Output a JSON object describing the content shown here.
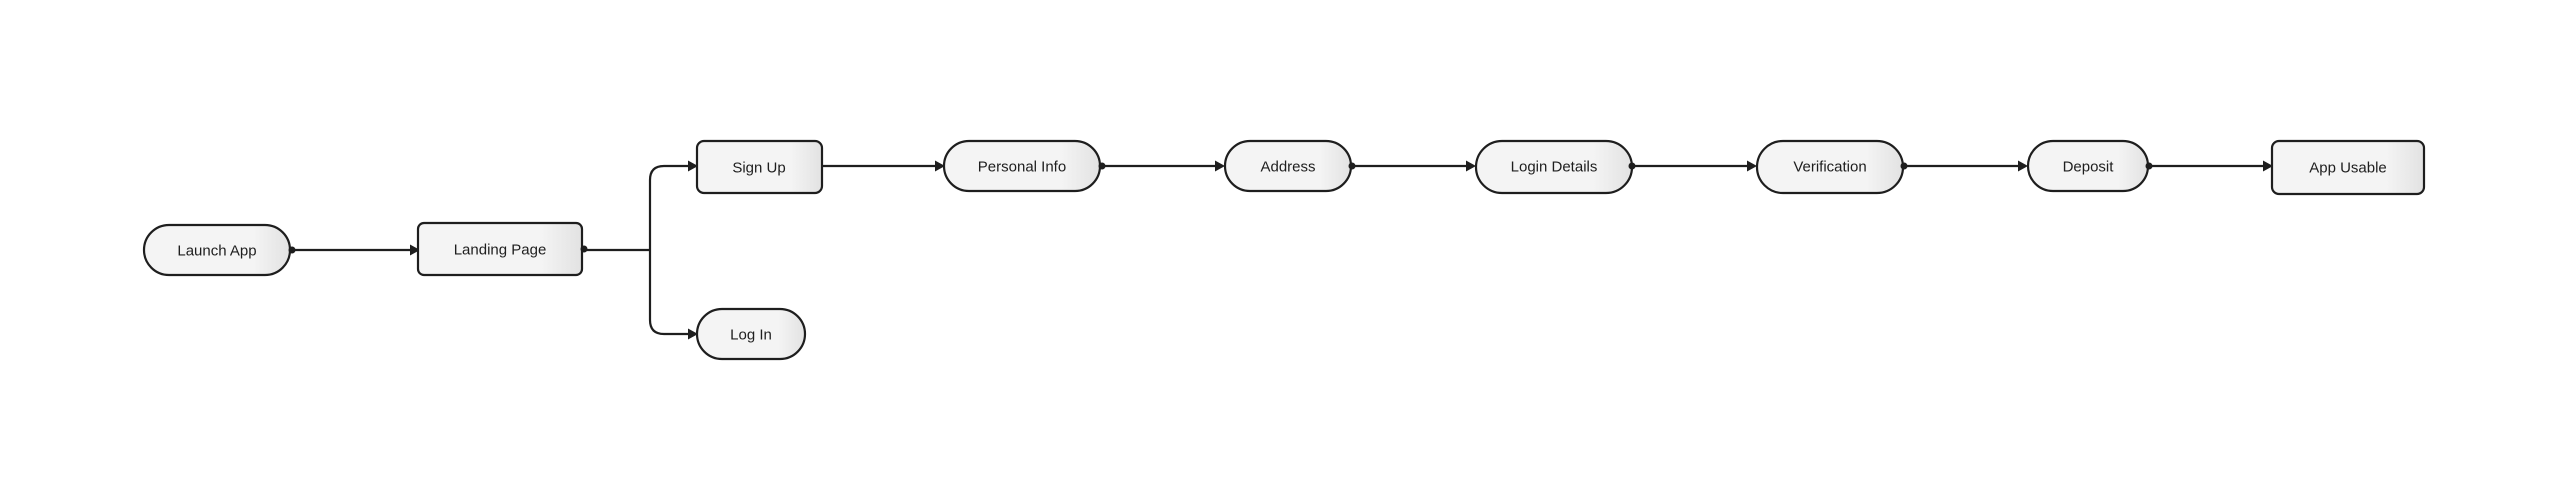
{
  "diagram": {
    "nodes": {
      "launch_app": "Launch App",
      "landing_page": "Landing Page",
      "sign_up": "Sign Up",
      "log_in": "Log In",
      "personal_info": "Personal Info",
      "address": "Address",
      "login_details": "Login Details",
      "verification": "Verification",
      "deposit": "Deposit",
      "app_usable": "App Usable"
    }
  }
}
